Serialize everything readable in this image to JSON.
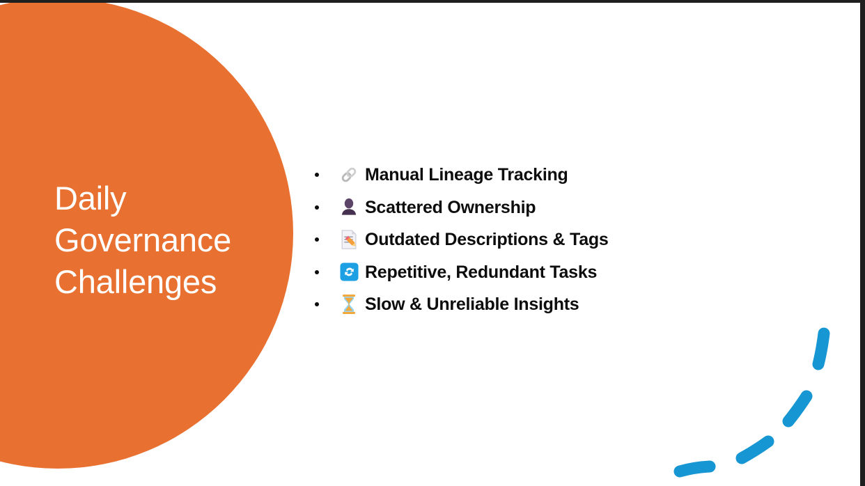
{
  "slide": {
    "background_color": "#ffffff",
    "accent_color": "#e87131",
    "text_color": "#0d0d0d",
    "decor_color": "#1696d3"
  },
  "title": {
    "lines": [
      "Daily",
      "Governance",
      "Challenges"
    ],
    "full_text": "Daily Governance Challenges",
    "color": "#ffffff"
  },
  "bullets": [
    {
      "icon": "chain-link-icon",
      "label": "Manual Lineage Tracking",
      "bullet": "•"
    },
    {
      "icon": "person-bust-icon",
      "label": "Scattered Ownership",
      "bullet": "•"
    },
    {
      "icon": "memo-pencil-icon",
      "label": "Outdated Descriptions & Tags",
      "bullet": "•"
    },
    {
      "icon": "sync-refresh-icon",
      "label": "Repetitive, Redundant Tasks",
      "bullet": "•"
    },
    {
      "icon": "hourglass-flow-icon",
      "label": "Slow & Unreliable Insights",
      "bullet": "•"
    }
  ],
  "decoration": {
    "arc_name": "dashed-blue-arc",
    "segment_count": 4,
    "color": "#1696d3"
  }
}
